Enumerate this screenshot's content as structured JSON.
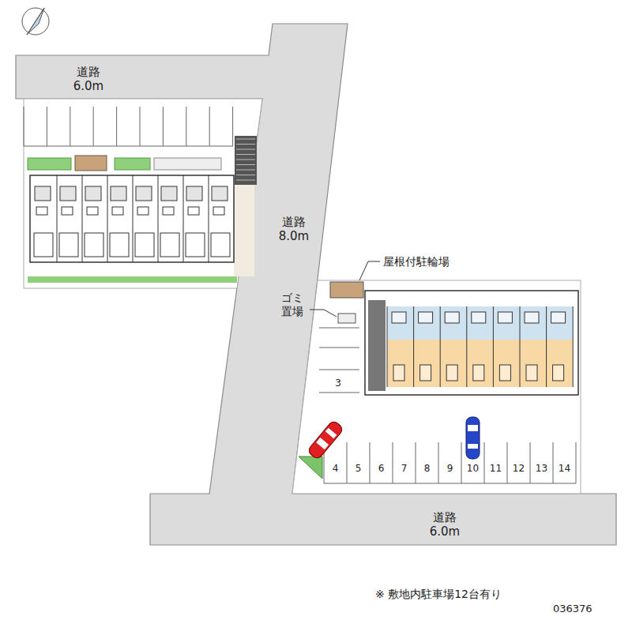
{
  "diagram": {
    "labels": [
      "道路 6.0m",
      "道路 8.0m",
      "屋根付駐輪場",
      "ゴミ 置場",
      "3",
      "4",
      "5",
      "6",
      "7",
      "8",
      "9",
      "10",
      "11",
      "12",
      "13",
      "14",
      "道路 6.0m",
      "※ 敷地内駐車場12台有り",
      "036376"
    ]
  }
}
